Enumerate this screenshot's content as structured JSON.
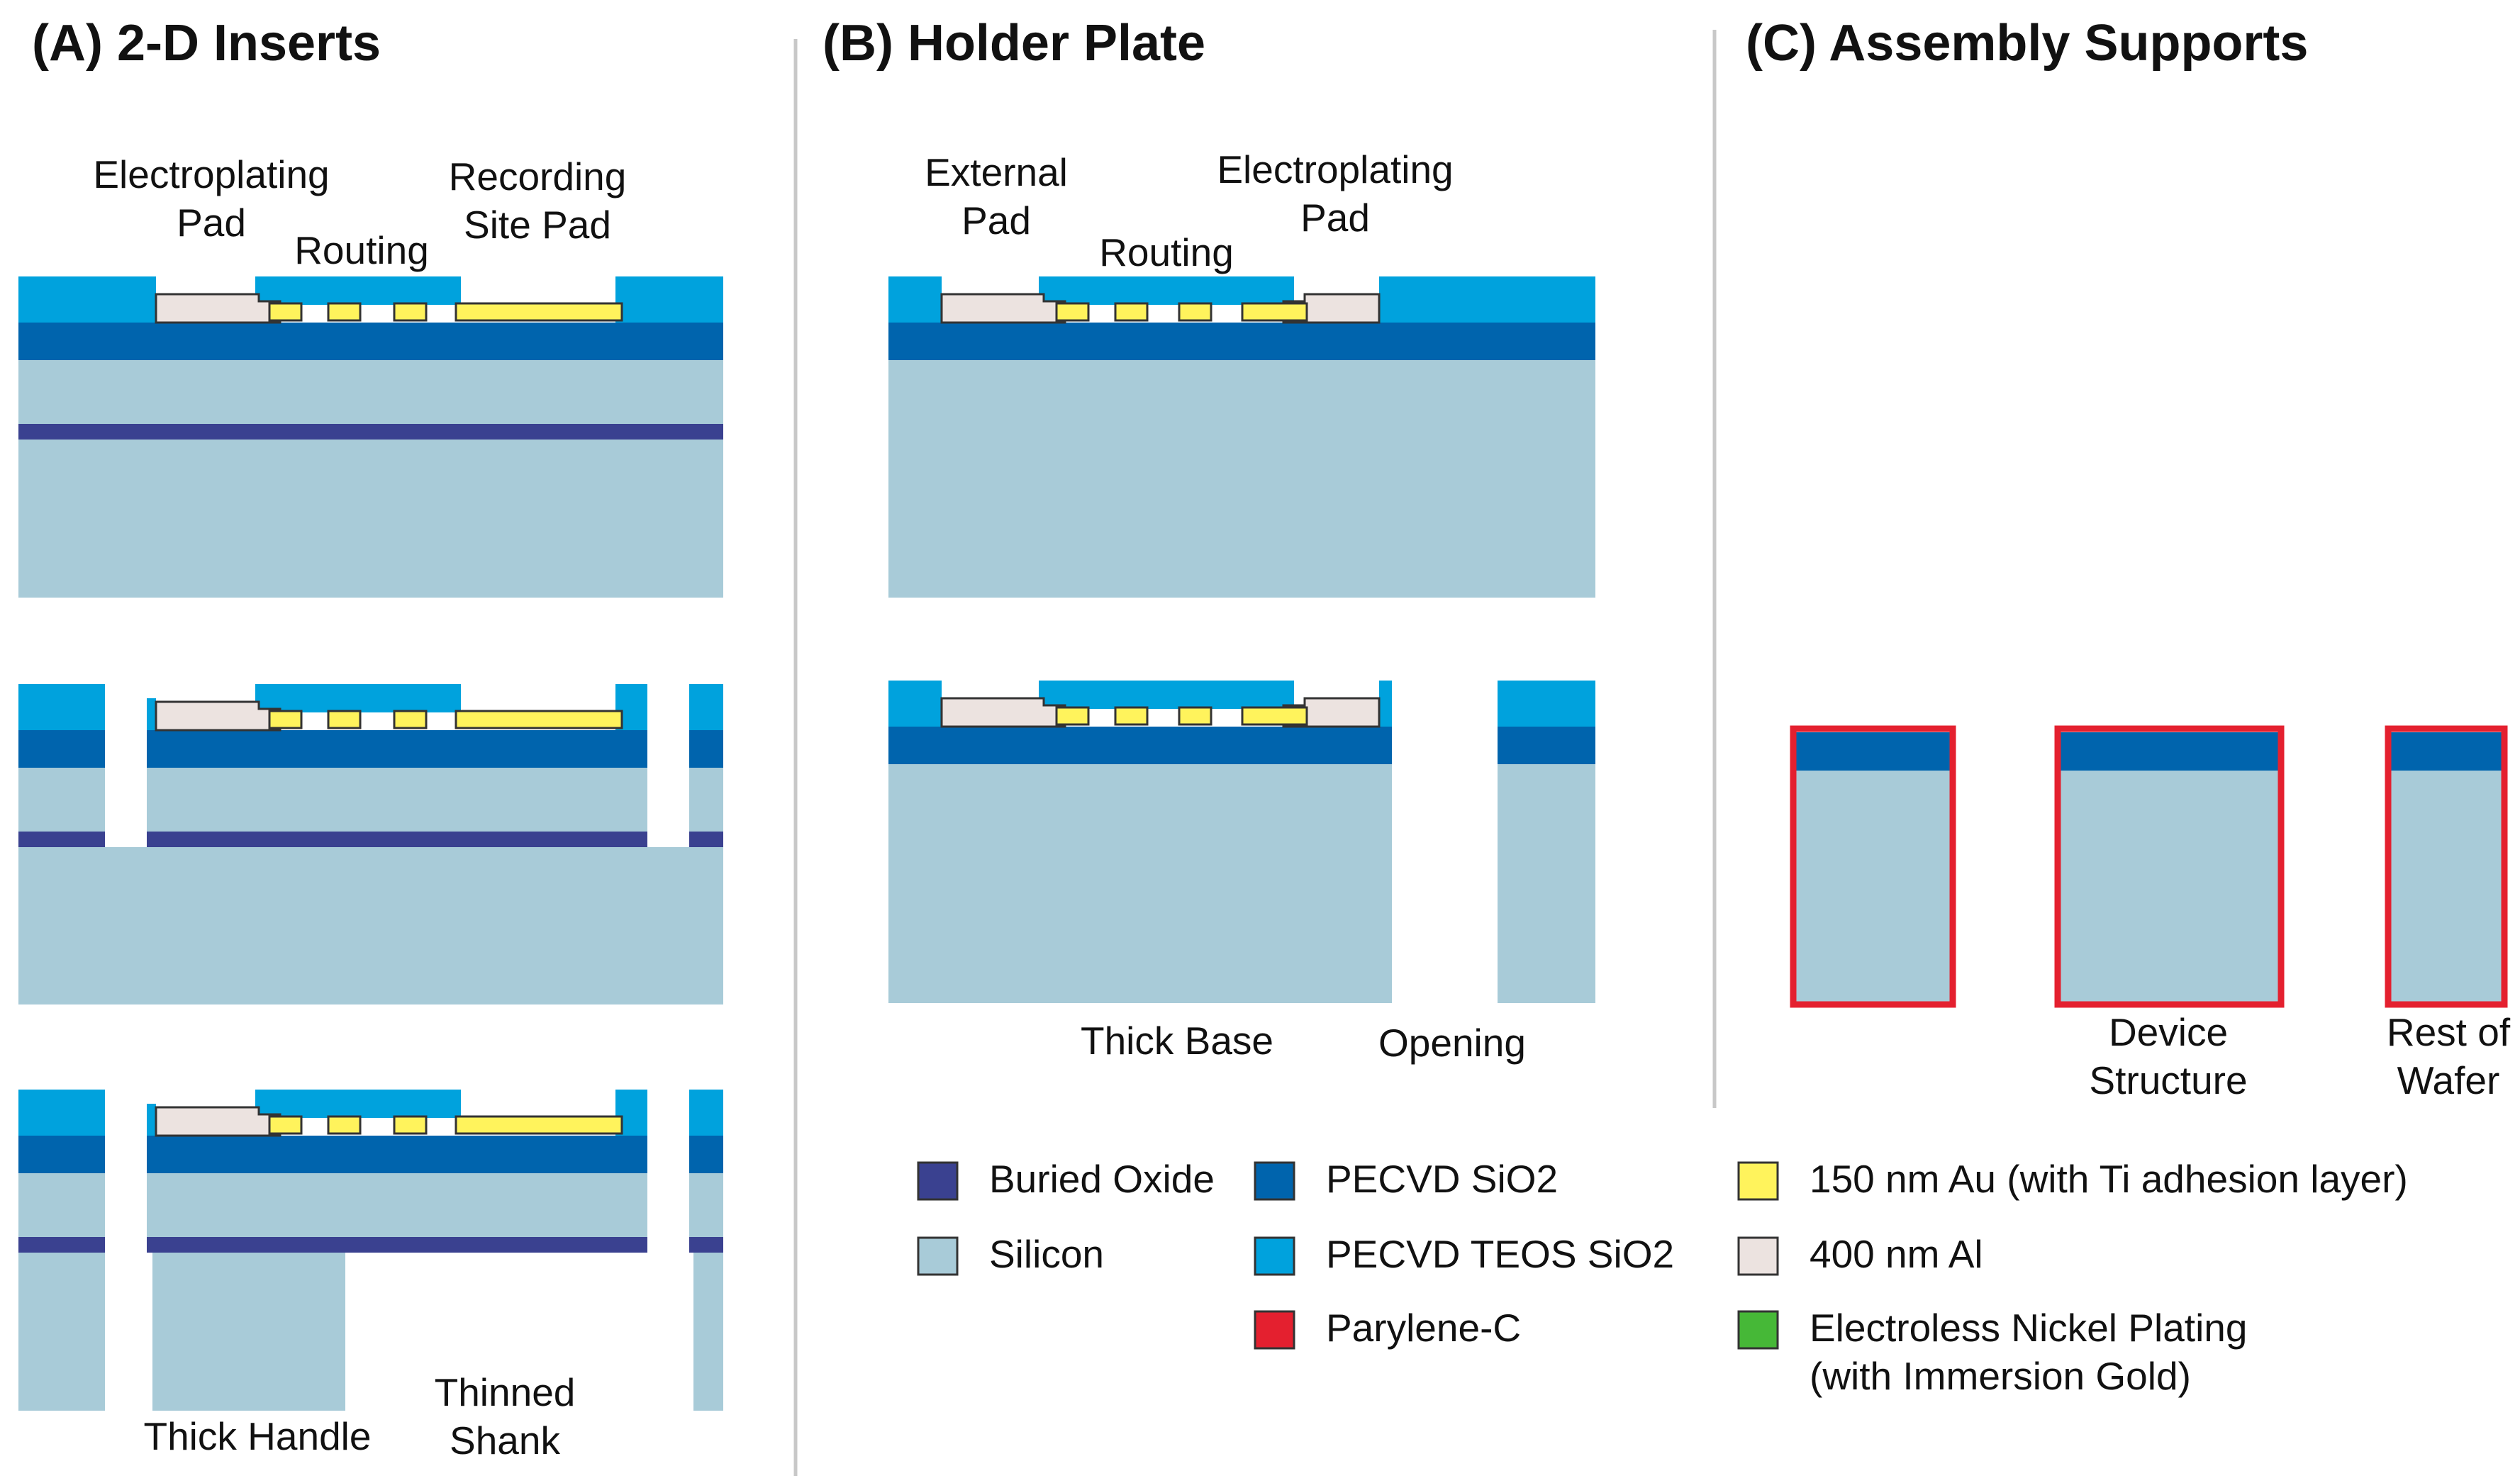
{
  "colors": {
    "buried_oxide": "#3a4190",
    "silicon": "#a8cbd8",
    "pecvd_sio2": "#0064ad",
    "teos_sio2": "#00a2dd",
    "parylene": "#e4202f",
    "gold": "#fff35c",
    "aluminum": "#ece3e0",
    "nickel": "#46b837",
    "divider": "#c8c8c8"
  },
  "panels": {
    "a": {
      "title": "(A) 2-D Inserts",
      "labels": {
        "electroplating_pad": [
          "Electroplating",
          "Pad"
        ],
        "routing": "Routing",
        "recording_site_pad": [
          "Recording",
          "Site Pad"
        ],
        "thick_handle": "Thick Handle",
        "thinned_shank": [
          "Thinned",
          "Shank"
        ]
      }
    },
    "b": {
      "title": "(B) Holder Plate",
      "labels": {
        "external_pad": [
          "External",
          "Pad"
        ],
        "routing": "Routing",
        "electroplating_pad": [
          "Electroplating",
          "Pad"
        ],
        "thick_base": "Thick Base",
        "opening": "Opening"
      }
    },
    "c": {
      "title": "(C) Assembly Supports",
      "labels": {
        "device_structure": [
          "Device",
          "Structure"
        ],
        "rest_of_wafer": [
          "Rest of",
          "Wafer"
        ]
      }
    }
  },
  "legend": [
    {
      "key": "buried_oxide",
      "label": [
        "Buried Oxide"
      ]
    },
    {
      "key": "silicon",
      "label": [
        "Silicon"
      ]
    },
    {
      "key": "pecvd_sio2",
      "label": [
        "PECVD SiO2"
      ]
    },
    {
      "key": "teos_sio2",
      "label": [
        "PECVD TEOS SiO2"
      ]
    },
    {
      "key": "parylene",
      "label": [
        "Parylene-C"
      ]
    },
    {
      "key": "gold",
      "label": [
        "150 nm Au (with Ti adhesion layer)"
      ]
    },
    {
      "key": "aluminum",
      "label": [
        "400 nm Al"
      ]
    },
    {
      "key": "nickel",
      "label": [
        "Electroless Nickel Plating",
        "(with Immersion Gold)"
      ]
    }
  ]
}
